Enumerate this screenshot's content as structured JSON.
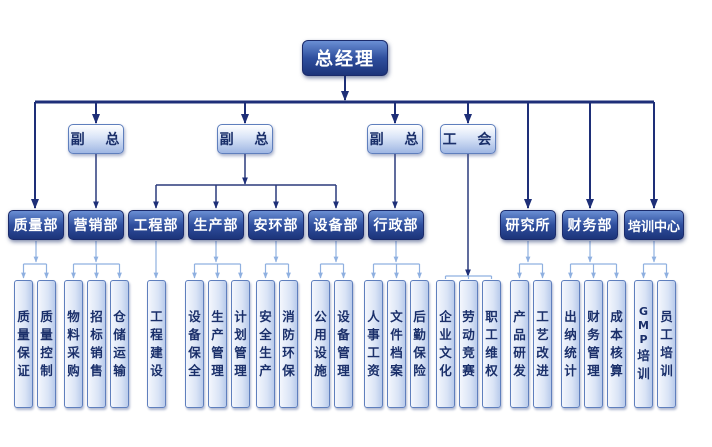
{
  "colors": {
    "line_main": "#1e2f78",
    "line_dark": "#2b3a7c",
    "line_light": "#8fb0e0"
  },
  "top": "总经理",
  "vices": [
    "副 总",
    "副 总",
    "副 总",
    "工 会"
  ],
  "departments": [
    {
      "name": "质量部",
      "leaves": [
        "质量保证",
        "质量控制"
      ]
    },
    {
      "name": "营销部",
      "leaves": [
        "物料采购",
        "招标销售",
        "仓储运输"
      ]
    },
    {
      "name": "工程部",
      "leaves": [
        "工程建设"
      ]
    },
    {
      "name": "生产部",
      "leaves": [
        "设备保全",
        "生产管理",
        "计划管理"
      ]
    },
    {
      "name": "安环部",
      "leaves": [
        "安全生产",
        "消防环保"
      ]
    },
    {
      "name": "设备部",
      "leaves": [
        "公用设施",
        "设备管理"
      ]
    },
    {
      "name": "行政部",
      "leaves": [
        "人事工资",
        "文件档案",
        "后勤保险"
      ]
    },
    {
      "name": "",
      "leaves": [
        "企业文化",
        "劳动竞赛",
        "职工维权"
      ]
    },
    {
      "name": "研究所",
      "leaves": [
        "产品研发",
        "工艺改进"
      ]
    },
    {
      "name": "财务部",
      "leaves": [
        "出纳统计",
        "财务管理",
        "成本核算"
      ]
    },
    {
      "name": "培训中心",
      "leaves": [
        "GMP培训",
        "员工培训"
      ]
    }
  ]
}
